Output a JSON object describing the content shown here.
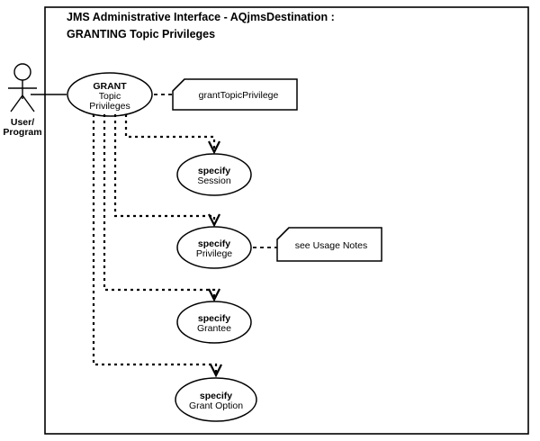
{
  "diagram": {
    "title_line1": "JMS Administrative Interface  -  AQjmsDestination :",
    "title_line2": "GRANTING Topic Privileges",
    "actor": {
      "label_line1": "User/",
      "label_line2": "Program",
      "icon": "actor-stick-figure"
    },
    "use_cases": [
      {
        "id": "grant-topic-privileges",
        "line1": "GRANT",
        "line2": "Topic",
        "line3": "Privileges"
      },
      {
        "id": "specify-session",
        "line1": "specify",
        "line2": "Session"
      },
      {
        "id": "specify-privilege",
        "line1": "specify",
        "line2": "Privilege"
      },
      {
        "id": "specify-grantee",
        "line1": "specify",
        "line2": "Grantee"
      },
      {
        "id": "specify-grant-option",
        "line1": "specify",
        "line2": "Grant Option"
      }
    ],
    "notes": [
      {
        "id": "note-grant-topic-privilege",
        "text": "grantTopicPrivilege"
      },
      {
        "id": "note-see-usage-notes",
        "text": "see Usage Notes"
      }
    ],
    "colors": {
      "stroke": "#000000",
      "fill": "#ffffff",
      "background": "#ffffff"
    }
  }
}
